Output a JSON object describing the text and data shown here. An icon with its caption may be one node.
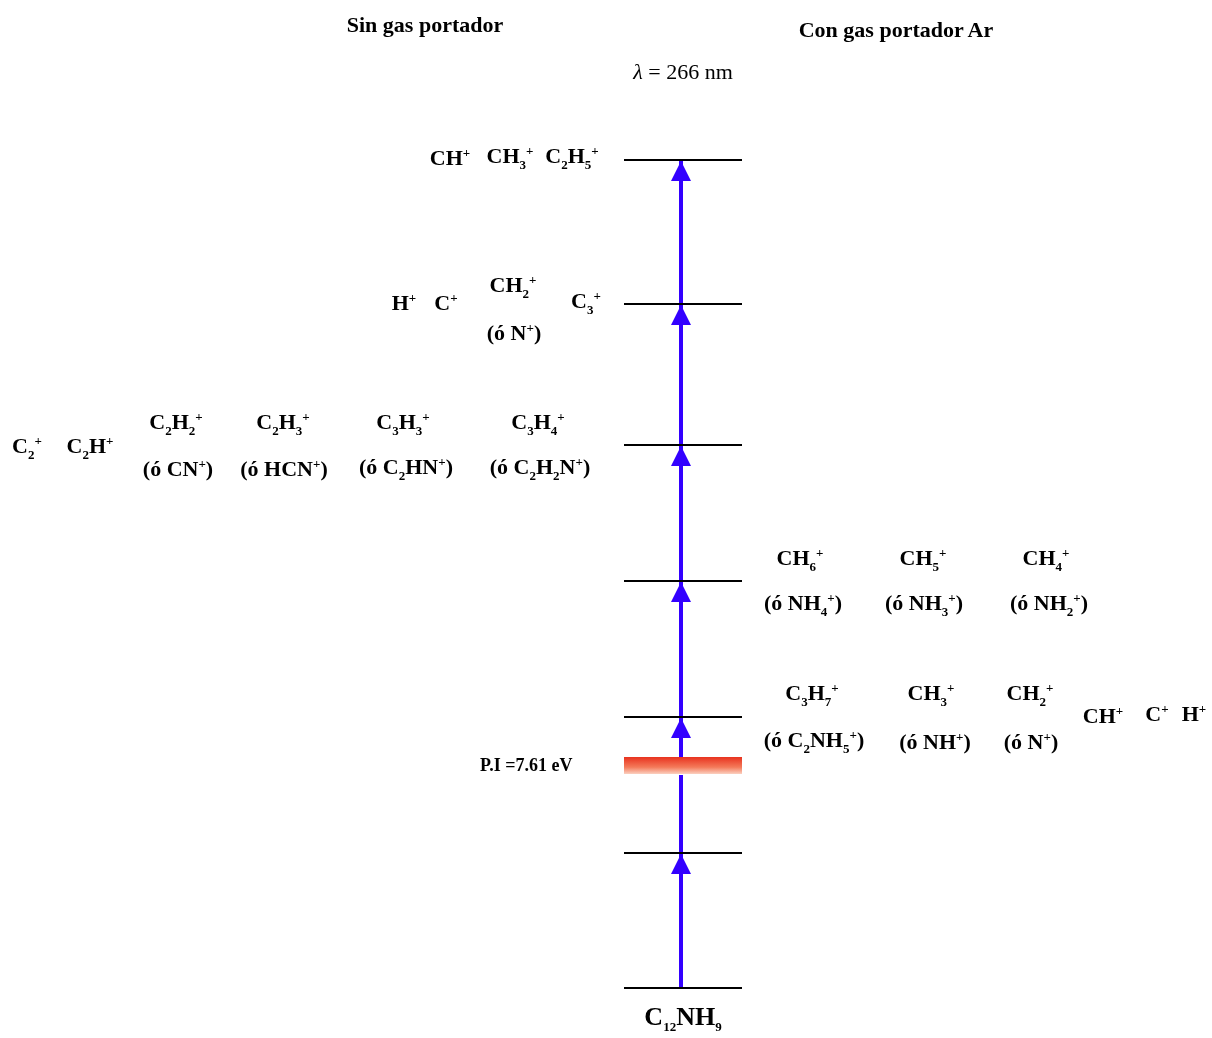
{
  "diagram": {
    "nodes": [
      {
        "text": [],
        "shape": "bar",
        "beside": [
          "CH$^{+}$",
          "CH$_{3}$$^{+}$",
          "C$_{2}$H$_{5}$$^{+}$"
        ]
      },
      {
        "text": [],
        "shape": "bar",
        "beside": [
          "H$^{+}$",
          "C$^{+}$",
          "CH$_{2}$$^{+}$",
          "(ó N$^{+}$)",
          "C$_{3}$$^{+}$"
        ]
      },
      {
        "text": [],
        "shape": "bar",
        "beside": [
          "C$_{2}$$^{+}$",
          "C$_{2}$H$^{+}$",
          "C$_{2}$H$_{2}$$^{+}$",
          "(ó CN$^{+}$)",
          "C$_{2}$H$_{3}$$^{+}$",
          "(ó HCN$^{+}$)",
          "C$_{3}$H$_{3}$$^{+}$",
          "(ó C$_{2}$HN$^{+}$)",
          "C$_{3}$H$_{4}$$^{+}$",
          "(ó C$_{2}$H$_{2}$N$^{+}$)"
        ]
      },
      {
        "text": [],
        "shape": "bar",
        "beside": [
          "CH$_{6}$$^{+}$",
          "(ó NH$_{4}$$^{+}$)",
          "CH$_{5}$$^{+}$",
          "(ó NH$_{3}$$^{+}$)",
          "CH$_{4}$$^{+}$",
          "(ó NH$_{2}$$^{+}$)"
        ]
      },
      {
        "text": [],
        "shape": "bar",
        "beside": [
          "C$_{3}$H$_{7}$$^{+}$",
          "(ó C$_{2}$NH$_{5}$$^{+}$)",
          "CH$_{3}$$^{+}$",
          "(ó NH$^{+}$)",
          "CH$_{2}$$^{+}$",
          "(ó N$^{+}$)",
          "CH$^{+}$",
          "C$^{+}$",
          "H$^{+}$"
        ]
      },
      {
        "text": [
          "P.I =7.61 eV"
        ]
      },
      {
        "text": [],
        "shape": "bar"
      },
      {
        "text": [
          "C$_{12}$NH$_{9}$"
        ]
      }
    ],
    "edges": [
      {
        "from": 7,
        "to": 6,
        "arrow": "to"
      },
      {
        "from": 6,
        "to": 5,
        "arrow": "none"
      },
      {
        "from": 5,
        "to": 4,
        "arrow": "to"
      },
      {
        "from": 4,
        "to": 3,
        "arrow": "to"
      },
      {
        "from": 3,
        "to": 2,
        "arrow": "to"
      },
      {
        "from": 2,
        "to": 1,
        "arrow": "to"
      },
      {
        "from": 1,
        "to": 0,
        "arrow": "to"
      }
    ],
    "labels": [
      "Sin gas portador",
      "Con gas portador Ar",
      "*λ* = 266 nm"
    ]
  }
}
